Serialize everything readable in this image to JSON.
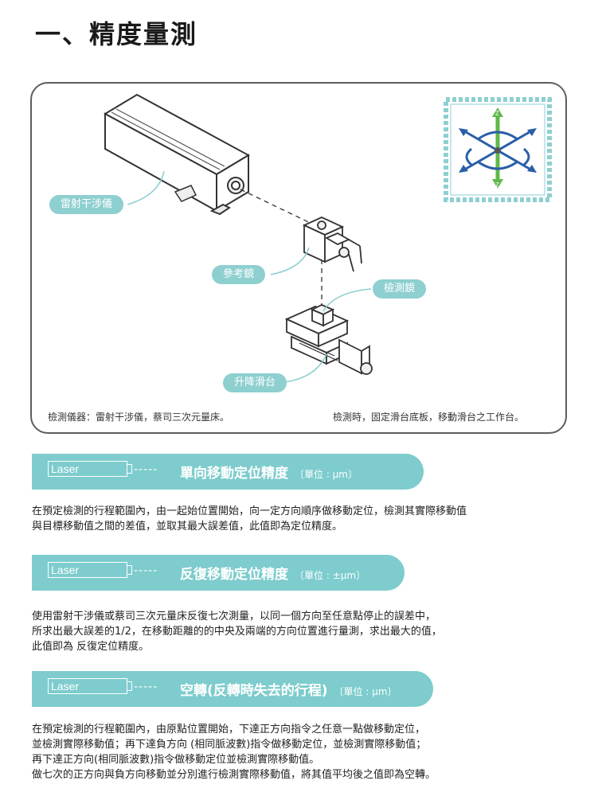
{
  "page": {
    "title": "一、精度量測"
  },
  "figure": {
    "labels": {
      "interferometer": "雷射干涉儀",
      "reference_mirror": "參考鏡",
      "measure_mirror": "檢測鏡",
      "lift_slide": "升降滑台"
    },
    "axis_labels": {
      "top": "Z",
      "bottom": "Z"
    },
    "note_left": "檢測儀器：雷射干涉儀，蔡司三次元量床。",
    "note_right": "檢測時，固定滑台底板，移動滑台之工作台。",
    "accent_color": "#8ecfd0",
    "arrow_blue": "#2a5fa8",
    "arrow_green": "#5fb84a"
  },
  "sections": [
    {
      "laser_label": "Laser",
      "dashes": "-----",
      "title": "單向移動定位精度",
      "unit": "〔單位 : μm〕",
      "lines": [
        "在預定檢測的行程範圍內，由一起始位置開始，向一定方向順序做移動定位，檢測其實際移動值",
        "與目標移動值之間的差值，並取其最大誤差值，此值即為定位精度。"
      ]
    },
    {
      "laser_label": "Laser",
      "dashes": "-----",
      "title": "反復移動定位精度",
      "unit": "〔單位 : ±μm〕",
      "lines": [
        "使用雷射干涉儀或蔡司三次元量床反復七次測量，以同一個方向至任意點停止的誤差中，",
        "所求出最大誤差的1/2，在移動距離的的中央及兩端的方向位置進行量測，求出最大的值，",
        "此值即為 反復定位精度。"
      ]
    },
    {
      "laser_label": "Laser",
      "dashes": "-----",
      "title": "空轉(反轉時失去的行程)",
      "unit": "〔單位 : μm〕",
      "lines": [
        "在預定檢測的行程範圍內，由原點位置開始，下達正方向指令之任意一點做移動定位，",
        "並檢測實際移動值；再下達負方向 (相同脈波數)指令做移動定位，並檢測實際移動值；",
        "再下達正方向(相同脈波數)指令做移動定位並檢測實際移動值。",
        "做七次的正方向與負方向移動並分別進行檢測實際移動值，將其值平均後之值即為空轉。"
      ]
    }
  ]
}
